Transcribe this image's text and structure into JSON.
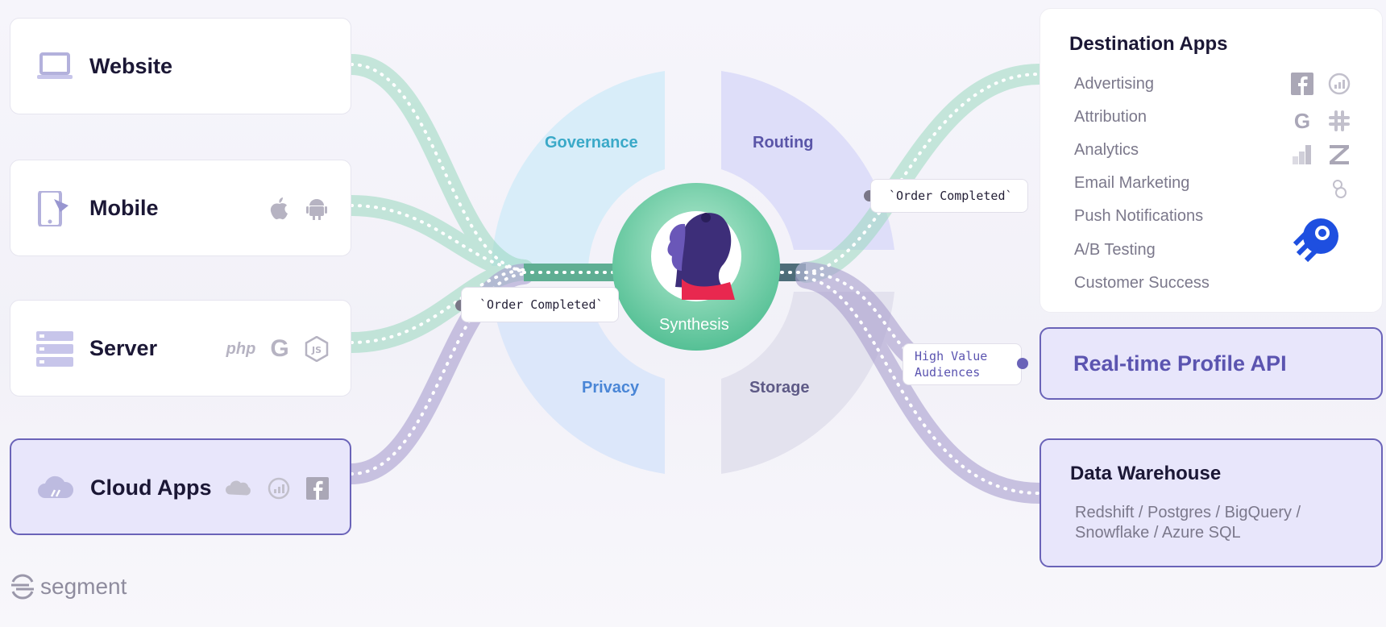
{
  "sources": {
    "website": {
      "title": "Website"
    },
    "mobile": {
      "title": "Mobile"
    },
    "server": {
      "title": "Server",
      "php_logo": "php",
      "google_logo": "G",
      "node_logo": "JS"
    },
    "cloud_apps": {
      "title": "Cloud Apps"
    }
  },
  "hub": {
    "label": "Synthesis",
    "segments": [
      "Governance",
      "Routing",
      "Privacy",
      "Storage"
    ],
    "segment_colors": {
      "Governance": "#3aa9c8",
      "Routing": "#5a55a8",
      "Privacy": "#4a86d6",
      "Storage": "#5e5a86"
    }
  },
  "events": {
    "inbound": "`Order Completed`",
    "outbound": "`Order Completed`",
    "audiences": "High Value Audiences"
  },
  "destinations": {
    "title": "Destination Apps",
    "items": [
      "Advertising",
      "Attribution",
      "Analytics",
      "Email Marketing",
      "Push Notifications",
      "A/B Testing",
      "Customer Success"
    ],
    "google_logo": "G",
    "facebook_logo": "f"
  },
  "profile_api": {
    "title": "Real-time Profile API"
  },
  "warehouse": {
    "title": "Data Warehouse",
    "description": "Redshift / Postgres / BigQuery / Snowflake / Azure SQL"
  },
  "brand": {
    "name": "segment"
  },
  "colors": {
    "accent": "#6a63b8",
    "green": "#5fc9a0",
    "purple": "#7a72b8"
  }
}
